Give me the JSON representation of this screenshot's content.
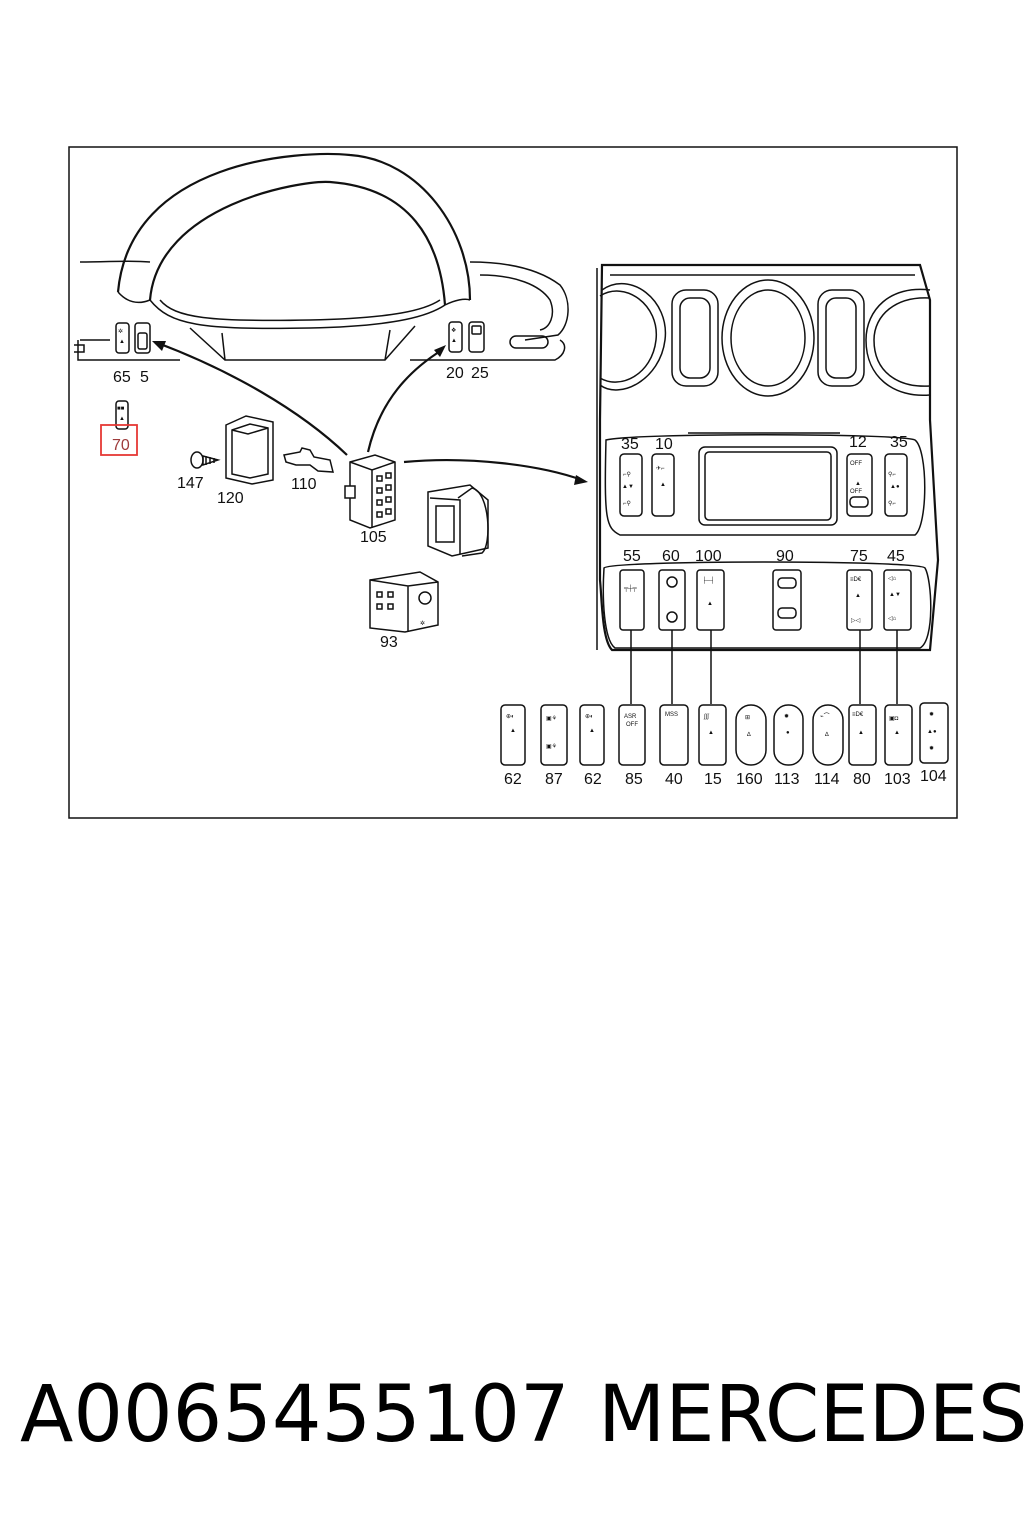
{
  "diagram": {
    "labels": {
      "l65": "65",
      "l5": "5",
      "l20": "20",
      "l25": "25",
      "l70": "70",
      "l147": "147",
      "l120": "120",
      "l110": "110",
      "l105": "105",
      "l93": "93",
      "c35a": "35",
      "c10": "10",
      "c12": "12",
      "c35b": "35",
      "r55": "55",
      "r60": "60",
      "r100": "100",
      "r90": "90",
      "r75": "75",
      "r45": "45",
      "b62a": "62",
      "b87": "87",
      "b62b": "62",
      "b85": "85",
      "b40": "40",
      "b15": "15",
      "b160": "160",
      "b113": "113",
      "b114": "114",
      "b80": "80",
      "b103": "103",
      "b104": "104"
    },
    "switch_text": {
      "asr": "ASR",
      "asr_off": "OFF",
      "mss": "MSS",
      "off": "OFF"
    },
    "highlight_color": "#e53935"
  },
  "footer": {
    "part_number": "A0065455107",
    "brand": "MERCEDES"
  }
}
